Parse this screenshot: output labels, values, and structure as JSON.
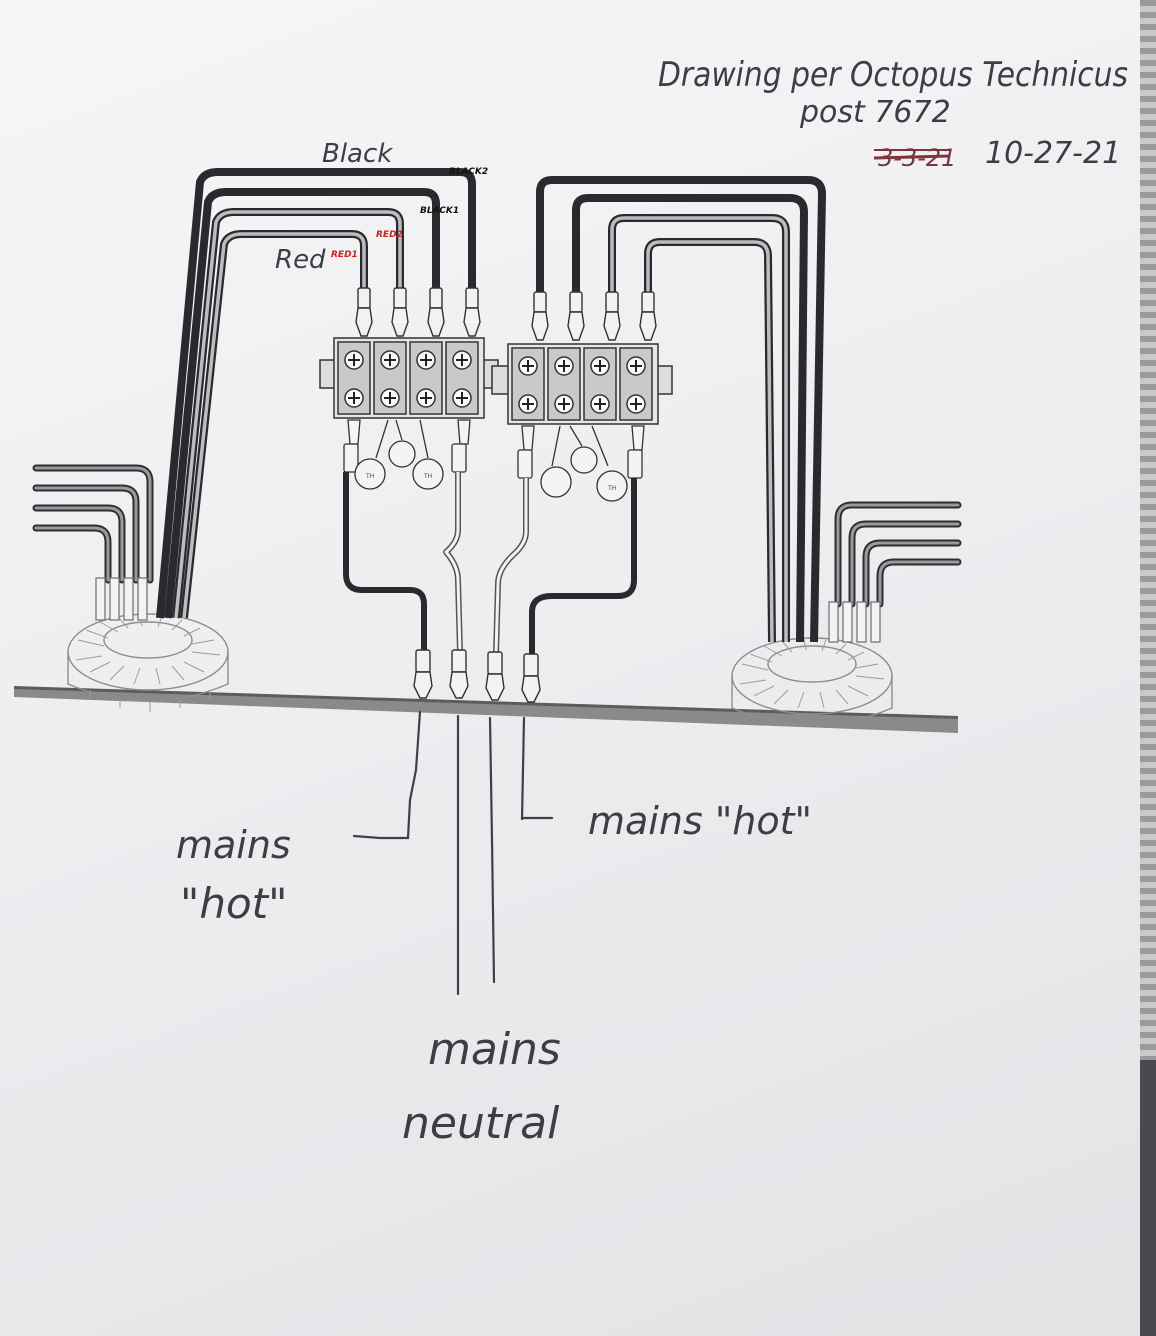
{
  "header": {
    "title_line1": "Drawing per Octopus Technicus",
    "title_line2": "post 7672",
    "date_struck": "3-3-21",
    "date": "10-27-21"
  },
  "wire_labels": {
    "black": "Black",
    "red": "Red",
    "black1": "BLACK1",
    "black2": "BLACK2",
    "red1": "RED1",
    "red2": "RED2",
    "tag_black_color": "#111111",
    "tag_red_color": "#cc1f1f"
  },
  "thermistor_labels": {
    "th": "TH"
  },
  "annotations": {
    "mains_hot_left_line1": "mains",
    "mains_hot_left_line2": "\"hot\"",
    "mains_hot_right": "mains \"hot\"",
    "mains_neutral_line1": "mains",
    "mains_neutral_line2": "neutral"
  }
}
